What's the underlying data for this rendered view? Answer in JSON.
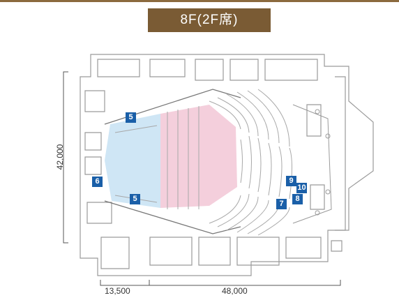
{
  "floor_title": "8F(2F席)",
  "dimensions": {
    "height": "42,000",
    "width_left": "13,500",
    "width_right": "48,000"
  },
  "markers": [
    "5",
    "5",
    "6",
    "7",
    "8",
    "9",
    "10"
  ],
  "colors": {
    "title_bg": "#7a5b34",
    "marker": "#1a5fa8",
    "zone_left": "#cfe6f5",
    "zone_right": "#f4cfdc",
    "walls": "#9a9a9a"
  }
}
